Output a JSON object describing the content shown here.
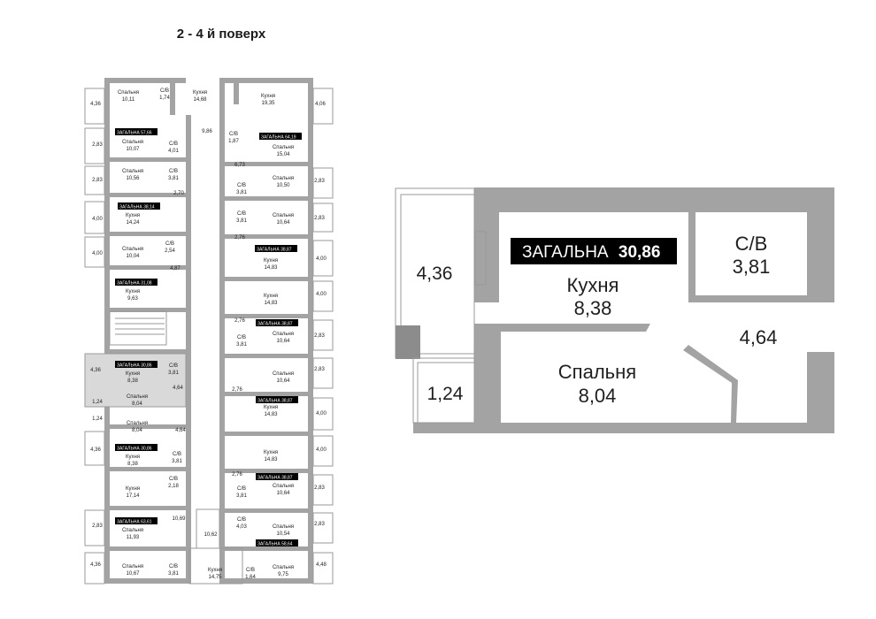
{
  "title": "2 - 4 й поверх",
  "floor_plan": {
    "rooms": [
      {
        "name": "Спальня",
        "area": "10,11"
      },
      {
        "name": "С/В",
        "area": "1,74"
      },
      {
        "name": "Кухня",
        "area": "14,68"
      },
      {
        "name": "Кухня",
        "area": "19,35"
      },
      {
        "name": "Спальня",
        "area": "10,07"
      },
      {
        "name": "С/В",
        "area": "4,01"
      },
      {
        "name": "С/В",
        "area": "1,87"
      },
      {
        "name": "Спальня",
        "area": "15,04"
      },
      {
        "name": "Спальня",
        "area": "10,56"
      },
      {
        "name": "С/В",
        "area": "3,81"
      },
      {
        "name": "С/В",
        "area": "3,81"
      },
      {
        "name": "Спальня",
        "area": "10,50"
      },
      {
        "name": "Кухня",
        "area": "14,24"
      },
      {
        "name": "С/В",
        "area": "3,81"
      },
      {
        "name": "Спальня",
        "area": "10,64"
      },
      {
        "name": "Спальня",
        "area": "10,04"
      },
      {
        "name": "С/В",
        "area": "2,54"
      },
      {
        "name": "Кухня",
        "area": "14,83"
      },
      {
        "name": "Кухня",
        "area": "9,63"
      },
      {
        "name": "Кухня",
        "area": "14,83"
      },
      {
        "name": "С/В",
        "area": "3,81"
      },
      {
        "name": "Кухня",
        "area": "8,38"
      },
      {
        "name": "Спальня",
        "area": "10,64"
      },
      {
        "name": "С/В",
        "area": "3,81"
      },
      {
        "name": "Спальня",
        "area": "10,64"
      },
      {
        "name": "Спальня",
        "area": "8,04"
      },
      {
        "name": "Кухня",
        "area": "14,83"
      },
      {
        "name": "Спальня",
        "area": "8,04"
      },
      {
        "name": "С/В",
        "area": "3,81"
      },
      {
        "name": "Кухня",
        "area": "8,38"
      },
      {
        "name": "Кухня",
        "area": "14,83"
      },
      {
        "name": "С/В",
        "area": "2,18"
      },
      {
        "name": "С/В",
        "area": "3,81"
      },
      {
        "name": "Кухня",
        "area": "17,14"
      },
      {
        "name": "Спальня",
        "area": "10,64"
      },
      {
        "name": "Спальня",
        "area": "11,93"
      },
      {
        "name": "С/В",
        "area": "4,03"
      },
      {
        "name": "Спальня",
        "area": "10,54"
      },
      {
        "name": "Спальня",
        "area": "10,67"
      },
      {
        "name": "С/В",
        "area": "3,81"
      },
      {
        "name": "Кухня",
        "area": "14,75"
      },
      {
        "name": "С/В",
        "area": "1,64"
      },
      {
        "name": "Спальня",
        "area": "9,75"
      }
    ],
    "badges": [
      {
        "label": "ЗАГАЛЬНА",
        "value": "57,66"
      },
      {
        "label": "ЗАГАЛЬНА",
        "value": "64,19"
      },
      {
        "label": "ЗАГАЛЬНА",
        "value": "38,14"
      },
      {
        "label": "ЗАГАЛЬНА",
        "value": "38,87"
      },
      {
        "label": "ЗАГАЛЬНА",
        "value": "31,08"
      },
      {
        "label": "ЗАГАЛЬНА",
        "value": "38,87"
      },
      {
        "label": "ЗАГАЛЬНА",
        "value": "30,86"
      },
      {
        "label": "ЗАГАЛЬНА",
        "value": "38,87"
      },
      {
        "label": "ЗАГАЛЬНА",
        "value": "30,86"
      },
      {
        "label": "ЗАГАЛЬНА",
        "value": "38,87"
      },
      {
        "label": "ЗАГАЛЬНА",
        "value": "63,61"
      },
      {
        "label": "ЗАГАЛЬНА",
        "value": "58,64"
      }
    ],
    "dims": [
      "4,36",
      "2,83",
      "2,83",
      "4,00",
      "4,00",
      "4,36",
      "1,24",
      "1,24",
      "4,36",
      "2,83",
      "4,36",
      "9,86",
      "2,70",
      "4,87",
      "4,64",
      "4,64",
      "10,69",
      "10,62",
      "4,06",
      "6,73",
      "2,83",
      "2,83",
      "2,76",
      "4,00",
      "4,00",
      "2,76",
      "2,83",
      "2,83",
      "2,76",
      "4,00",
      "4,00",
      "2,76",
      "2,83",
      "2,83",
      "4,48"
    ]
  },
  "detail": {
    "badge_label": "ЗАГАЛЬНА",
    "badge_value": "30,86",
    "kitchen_name": "Кухня",
    "kitchen_area": "8,38",
    "bath_name": "С/В",
    "bath_area": "3,81",
    "bedroom_name": "Спальня",
    "bedroom_area": "8,04",
    "balcony_top_area": "4,36",
    "balcony_bottom_area": "1,24",
    "corridor_area": "4,64"
  }
}
